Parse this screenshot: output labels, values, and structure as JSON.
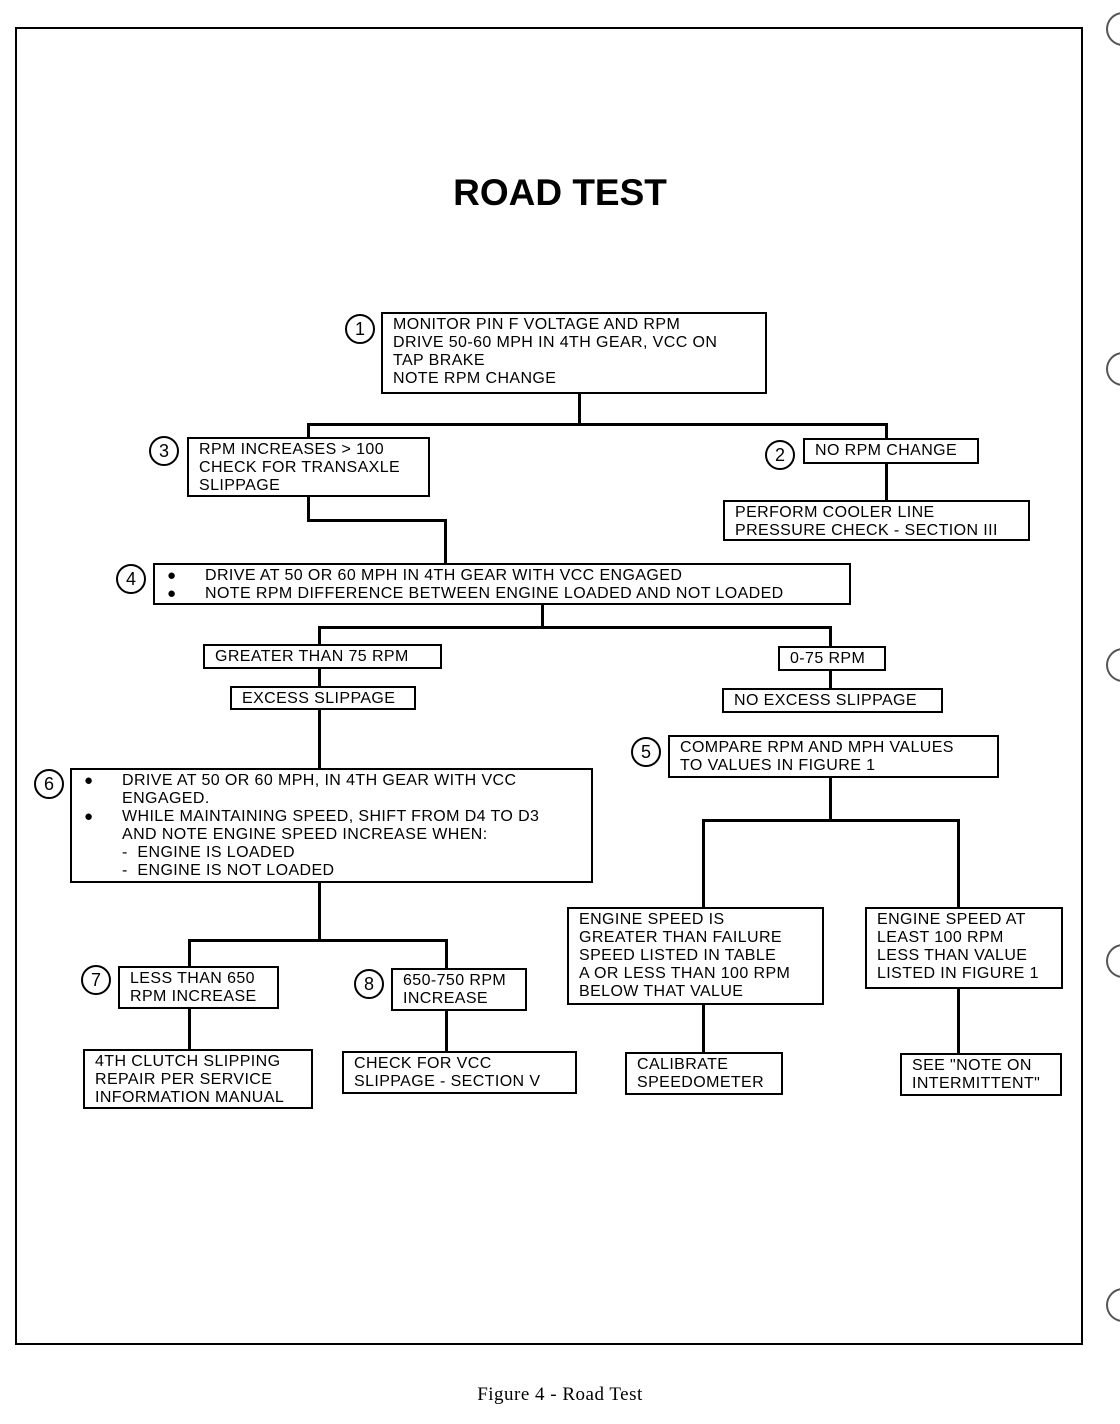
{
  "title": "ROAD TEST",
  "caption": "Figure 4 - Road Test",
  "steps": {
    "s1": {
      "num": "1",
      "lines": [
        "MONITOR PIN F VOLTAGE AND RPM",
        "DRIVE 50-60 MPH IN 4TH GEAR, VCC ON",
        "TAP BRAKE",
        "NOTE RPM CHANGE"
      ]
    },
    "s3": {
      "num": "3",
      "lines": [
        "RPM INCREASES > 100",
        "CHECK FOR TRANSAXLE",
        "SLIPPAGE"
      ]
    },
    "s2": {
      "num": "2",
      "lines": [
        "NO RPM CHANGE"
      ]
    },
    "cooler": {
      "lines": [
        "PERFORM COOLER LINE",
        "PRESSURE CHECK - SECTION III"
      ]
    },
    "s4": {
      "num": "4",
      "bullets": [
        "DRIVE AT 50 OR 60 MPH IN 4TH GEAR WITH VCC ENGAGED",
        "NOTE RPM DIFFERENCE BETWEEN ENGINE LOADED AND NOT LOADED"
      ]
    },
    "gt75": {
      "lines": [
        "GREATER THAN 75 RPM"
      ]
    },
    "excess": {
      "lines": [
        "EXCESS SLIPPAGE"
      ]
    },
    "r075": {
      "lines": [
        "0-75 RPM"
      ]
    },
    "noexcess": {
      "lines": [
        "NO EXCESS SLIPPAGE"
      ]
    },
    "s5": {
      "num": "5",
      "lines": [
        "COMPARE RPM AND MPH VALUES",
        "TO VALUES IN FIGURE 1"
      ]
    },
    "s6": {
      "num": "6",
      "bullets": [
        "DRIVE AT 50 OR 60 MPH, IN 4TH GEAR WITH VCC\nENGAGED.",
        "WHILE MAINTAINING SPEED, SHIFT FROM D4 TO D3\nAND NOTE ENGINE SPEED INCREASE WHEN:\n-  ENGINE IS LOADED\n-  ENGINE IS NOT LOADED"
      ]
    },
    "s7": {
      "num": "7",
      "lines": [
        "LESS THAN 650",
        "RPM INCREASE"
      ]
    },
    "s8": {
      "num": "8",
      "lines": [
        "650-750 RPM",
        "INCREASE"
      ]
    },
    "clutch": {
      "lines": [
        "4TH CLUTCH SLIPPING",
        "REPAIR PER SERVICE",
        "INFORMATION MANUAL"
      ]
    },
    "vcc": {
      "lines": [
        "CHECK FOR VCC",
        "SLIPPAGE - SECTION V"
      ]
    },
    "engfail": {
      "lines": [
        "ENGINE SPEED IS",
        "GREATER THAN FAILURE",
        "SPEED LISTED IN TABLE",
        "A OR LESS THAN 100 RPM",
        "BELOW THAT VALUE"
      ]
    },
    "engleast": {
      "lines": [
        "ENGINE SPEED AT",
        "LEAST 100 RPM",
        "LESS THAN VALUE",
        "LISTED IN FIGURE 1"
      ]
    },
    "calib": {
      "lines": [
        "CALIBRATE",
        "SPEEDOMETER"
      ]
    },
    "note": {
      "lines": [
        "SEE \"NOTE ON",
        "INTERMITTENT\""
      ]
    }
  }
}
